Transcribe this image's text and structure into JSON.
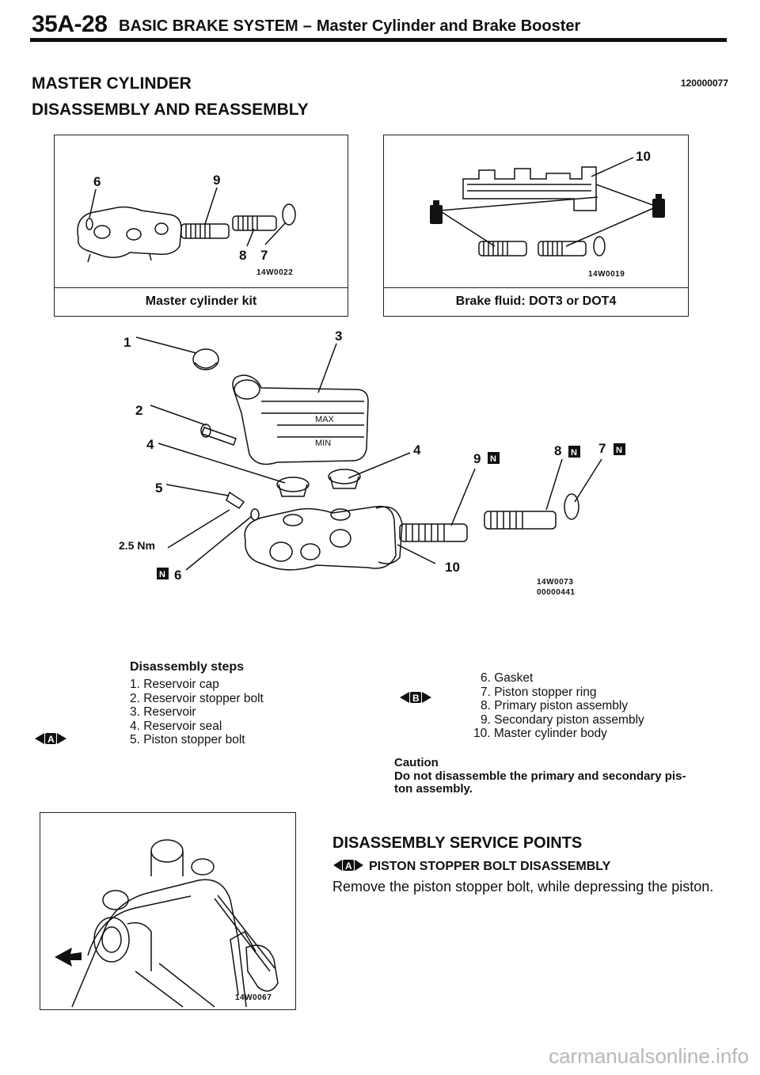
{
  "header": {
    "page_number": "35A-28",
    "section": "BASIC BRAKE SYSTEM",
    "separator": "–",
    "subsection": "Master Cylinder and Brake Booster"
  },
  "titles": {
    "main": "MASTER CYLINDER",
    "sub": "DISASSEMBLY AND REASSEMBLY",
    "doc_id": "120000077"
  },
  "figure_kit": {
    "callouts": [
      "6",
      "9",
      "8",
      "7"
    ],
    "code": "14W0022",
    "caption": "Master cylinder kit"
  },
  "figure_fluid": {
    "callout": "10",
    "code": "14W0019",
    "caption": "Brake fluid: DOT3 or DOT4"
  },
  "figure_main": {
    "callouts": {
      "c1": "1",
      "c2": "2",
      "c3": "3",
      "c4a": "4",
      "c4b": "4",
      "c5": "5",
      "torque": "2.5 Nm",
      "c6": "6",
      "c9": "9",
      "c8": "8",
      "c7": "7",
      "c10": "10",
      "n_symbol": "N",
      "max_mark": "MAX",
      "min_mark": "MIN"
    },
    "codes": [
      "14W0073",
      "00000441"
    ]
  },
  "steps": {
    "heading": "Disassembly steps",
    "mark_a": "A",
    "mark_b": "B",
    "left": [
      "1. Reservoir cap",
      "2. Reservoir stopper bolt",
      "3. Reservoir",
      "4. Reservoir seal",
      "5. Piston stopper bolt"
    ],
    "right": [
      "6. Gasket",
      "7. Piston stopper ring",
      "8. Primary piston assembly",
      "9. Secondary piston assembly",
      "10. Master cylinder body"
    ]
  },
  "caution": {
    "label": "Caution",
    "line1": "Do not disassemble the primary and secondary pis-",
    "line2": "ton assembly."
  },
  "service": {
    "heading": "DISASSEMBLY SERVICE POINTS",
    "mark": "A",
    "subheading": "PISTON STOPPER BOLT DISASSEMBLY",
    "body": "Remove the piston stopper bolt, while depressing the piston."
  },
  "figure_bottom": {
    "code": "14W0067"
  },
  "watermark": "carmanualsonline.info"
}
